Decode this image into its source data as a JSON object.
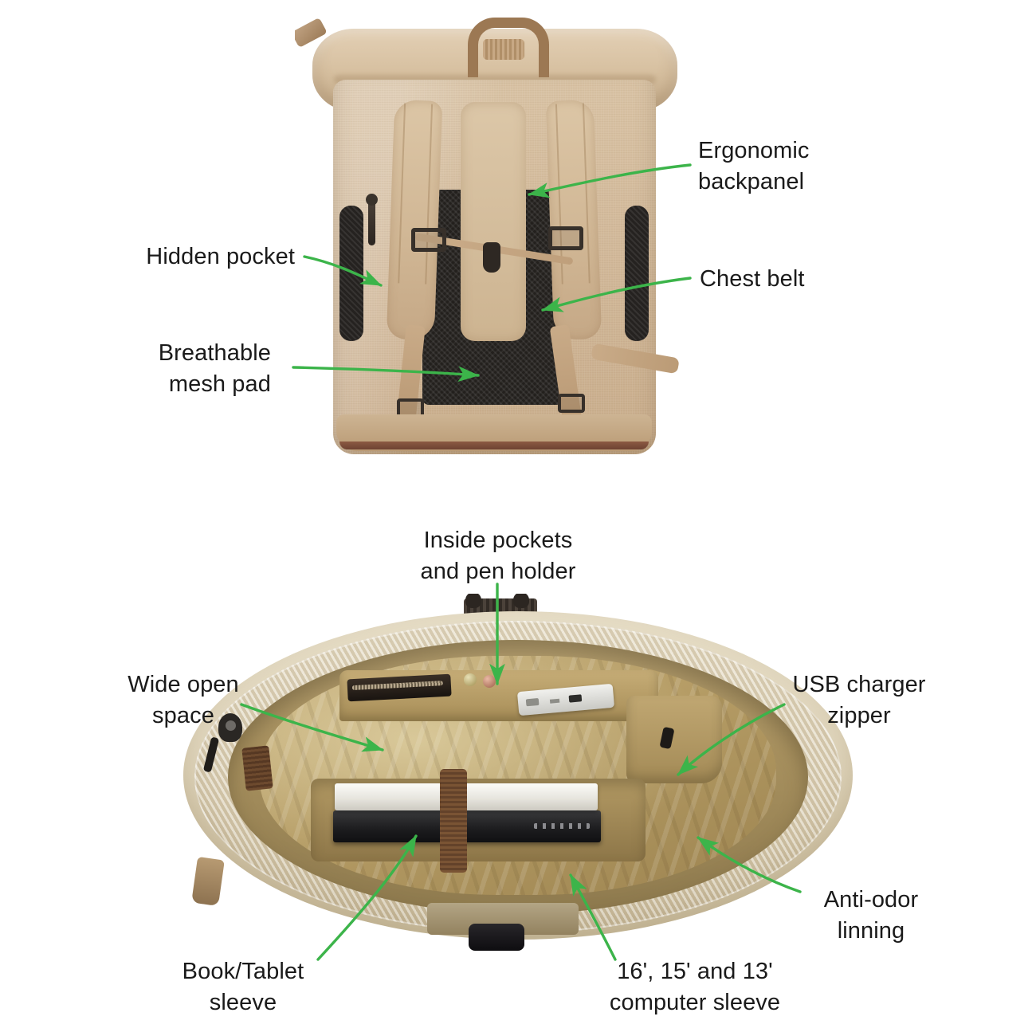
{
  "page": {
    "background_color": "#ffffff",
    "accent_color": "#3cb44a",
    "text_color": "#1a1a1a",
    "type": "product-feature-infographic",
    "product": "roll-top canvas backpack"
  },
  "photos": [
    {
      "name": "backpack-rear-view",
      "description": "Khaki canvas roll-top backpack photographed from the back showing shoulder straps, mesh back panel and chest belt"
    },
    {
      "name": "backpack-interior-view",
      "description": "Top-down view into the open backpack showing khaki lining, laptop and book sleeves, inner pockets, power bank and pen holder"
    }
  ],
  "annotations": [
    {
      "id": "ergonomic-backpanel",
      "label": "Ergonomic\nbackpanel",
      "side": "right",
      "photo": "backpack-rear-view"
    },
    {
      "id": "hidden-pocket",
      "label": "Hidden pocket",
      "side": "left",
      "photo": "backpack-rear-view"
    },
    {
      "id": "chest-belt",
      "label": "Chest belt",
      "side": "right",
      "photo": "backpack-rear-view"
    },
    {
      "id": "breathable-mesh-pad",
      "label": "Breathable\nmesh pad",
      "side": "left",
      "photo": "backpack-rear-view"
    },
    {
      "id": "inside-pockets",
      "label": "Inside pockets\nand pen holder",
      "side": "top",
      "photo": "backpack-interior-view"
    },
    {
      "id": "wide-open-space",
      "label": "Wide open\nspace",
      "side": "left",
      "photo": "backpack-interior-view"
    },
    {
      "id": "usb-charger-zipper",
      "label": "USB charger\nzipper",
      "side": "right",
      "photo": "backpack-interior-view"
    },
    {
      "id": "anti-odor-lining",
      "label": "Anti-odor\nlinning",
      "side": "right",
      "photo": "backpack-interior-view"
    },
    {
      "id": "book-tablet-sleeve",
      "label": "Book/Tablet\nsleeve",
      "side": "bottom",
      "photo": "backpack-interior-view"
    },
    {
      "id": "computer-sleeve",
      "label": "16', 15' and 13'\ncomputer sleeve",
      "side": "bottom",
      "photo": "backpack-interior-view"
    }
  ]
}
